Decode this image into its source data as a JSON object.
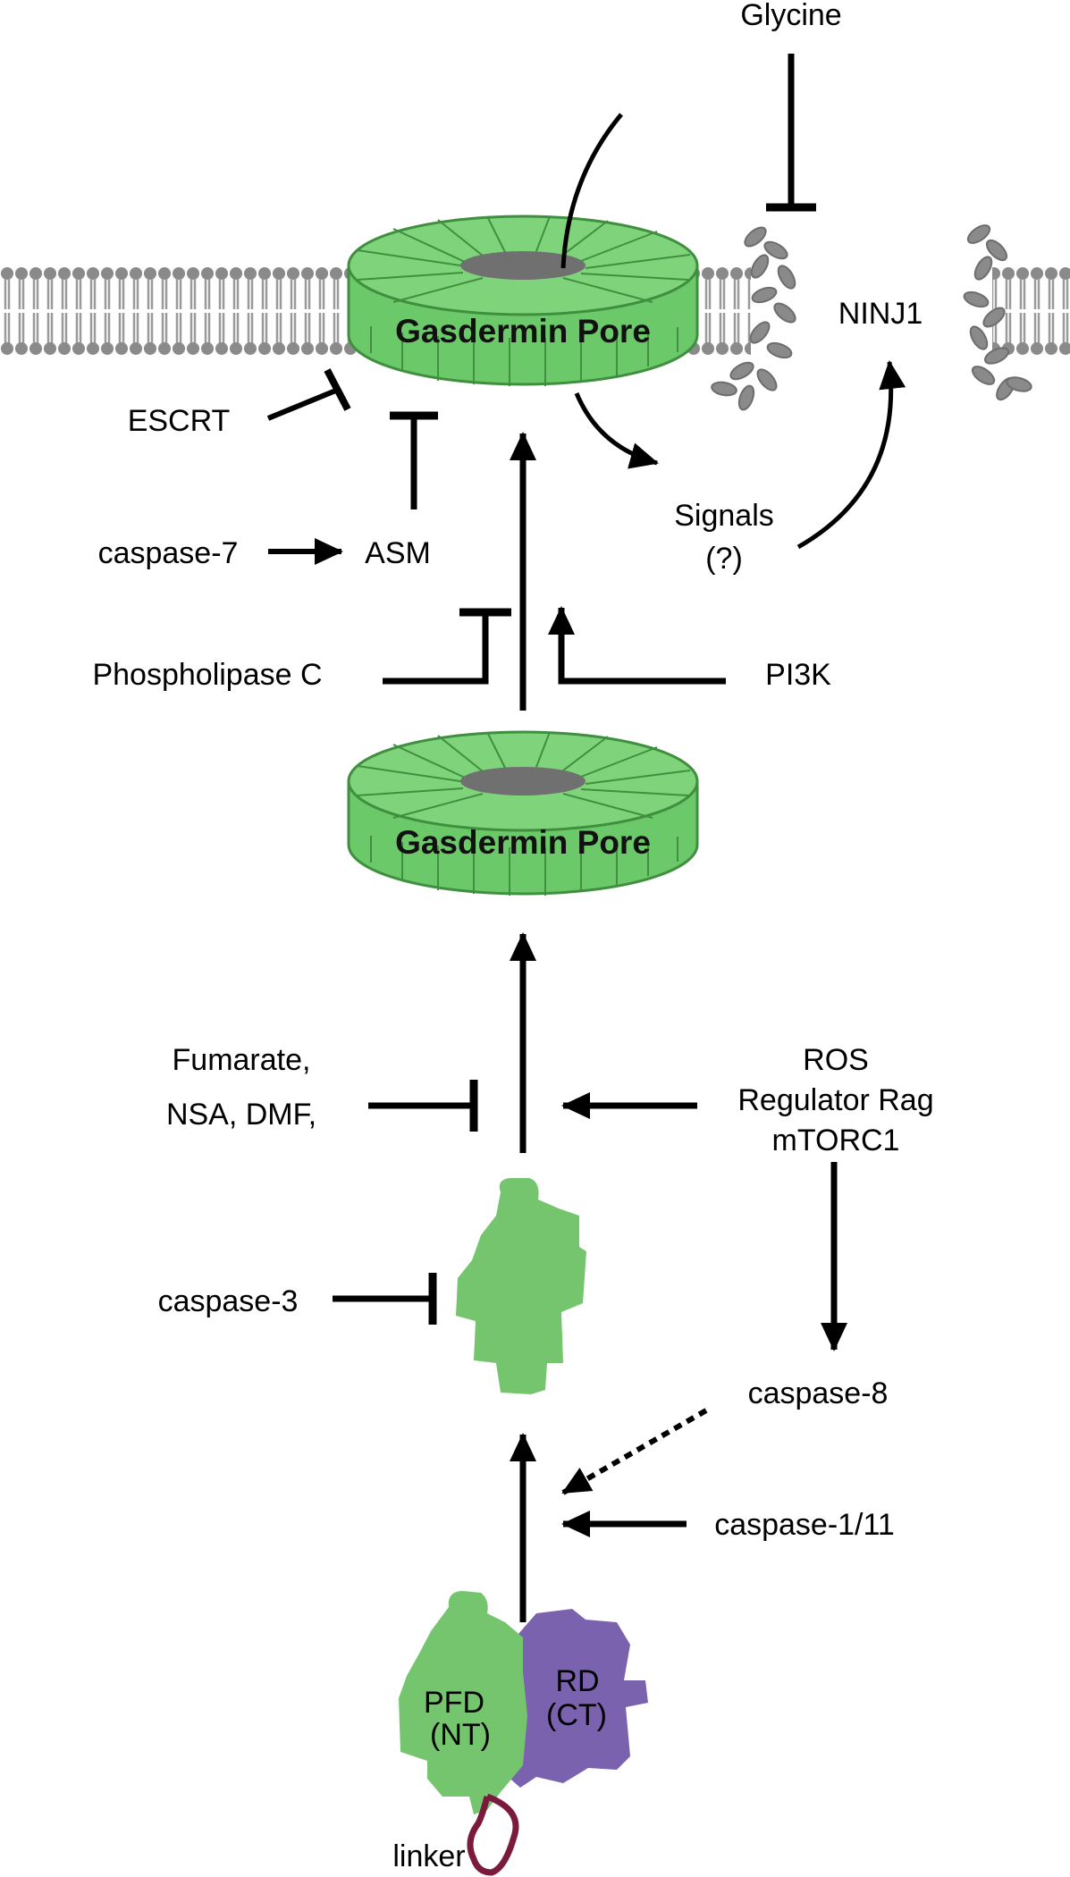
{
  "colors": {
    "pore_green": "#6cc96a",
    "pore_edge": "#3f8f3f",
    "protein_green": "#74c56e",
    "protein_purple": "#7a62ae",
    "linker_maroon": "#7b1a3c",
    "membrane_gray": "#8a8a8a",
    "arrow": "#000000"
  },
  "labels": {
    "glycine": "Glycine",
    "ninj1": "NINJ1",
    "escrt": "ESCRT",
    "caspase7": "caspase-7",
    "asm": "ASM",
    "signals_line1": "Signals",
    "signals_line2": "(?)",
    "phospholipase_c": "Phospholipase C",
    "pi3k": "PI3K",
    "fumarate_line1": "Fumarate,",
    "fumarate_line2": "NSA, DMF,",
    "ros": "ROS",
    "regulator_rag": "Regulator Rag",
    "mtorc1": "mTORC1",
    "caspase3": "caspase-3",
    "caspase8": "caspase-8",
    "caspase1_11": "caspase-1/11",
    "pfd": "PFD",
    "nt": "(NT)",
    "rd": "RD",
    "ct": "(CT)",
    "linker": "linker"
  },
  "pores": {
    "top_label": "Gasdermin Pore",
    "middle_label": "Gasdermin Pore"
  },
  "icons": {
    "membrane": "lipid-bilayer-icon",
    "pore": "gasdermin-pore-icon",
    "protein": "gasdermin-protein-icon"
  }
}
